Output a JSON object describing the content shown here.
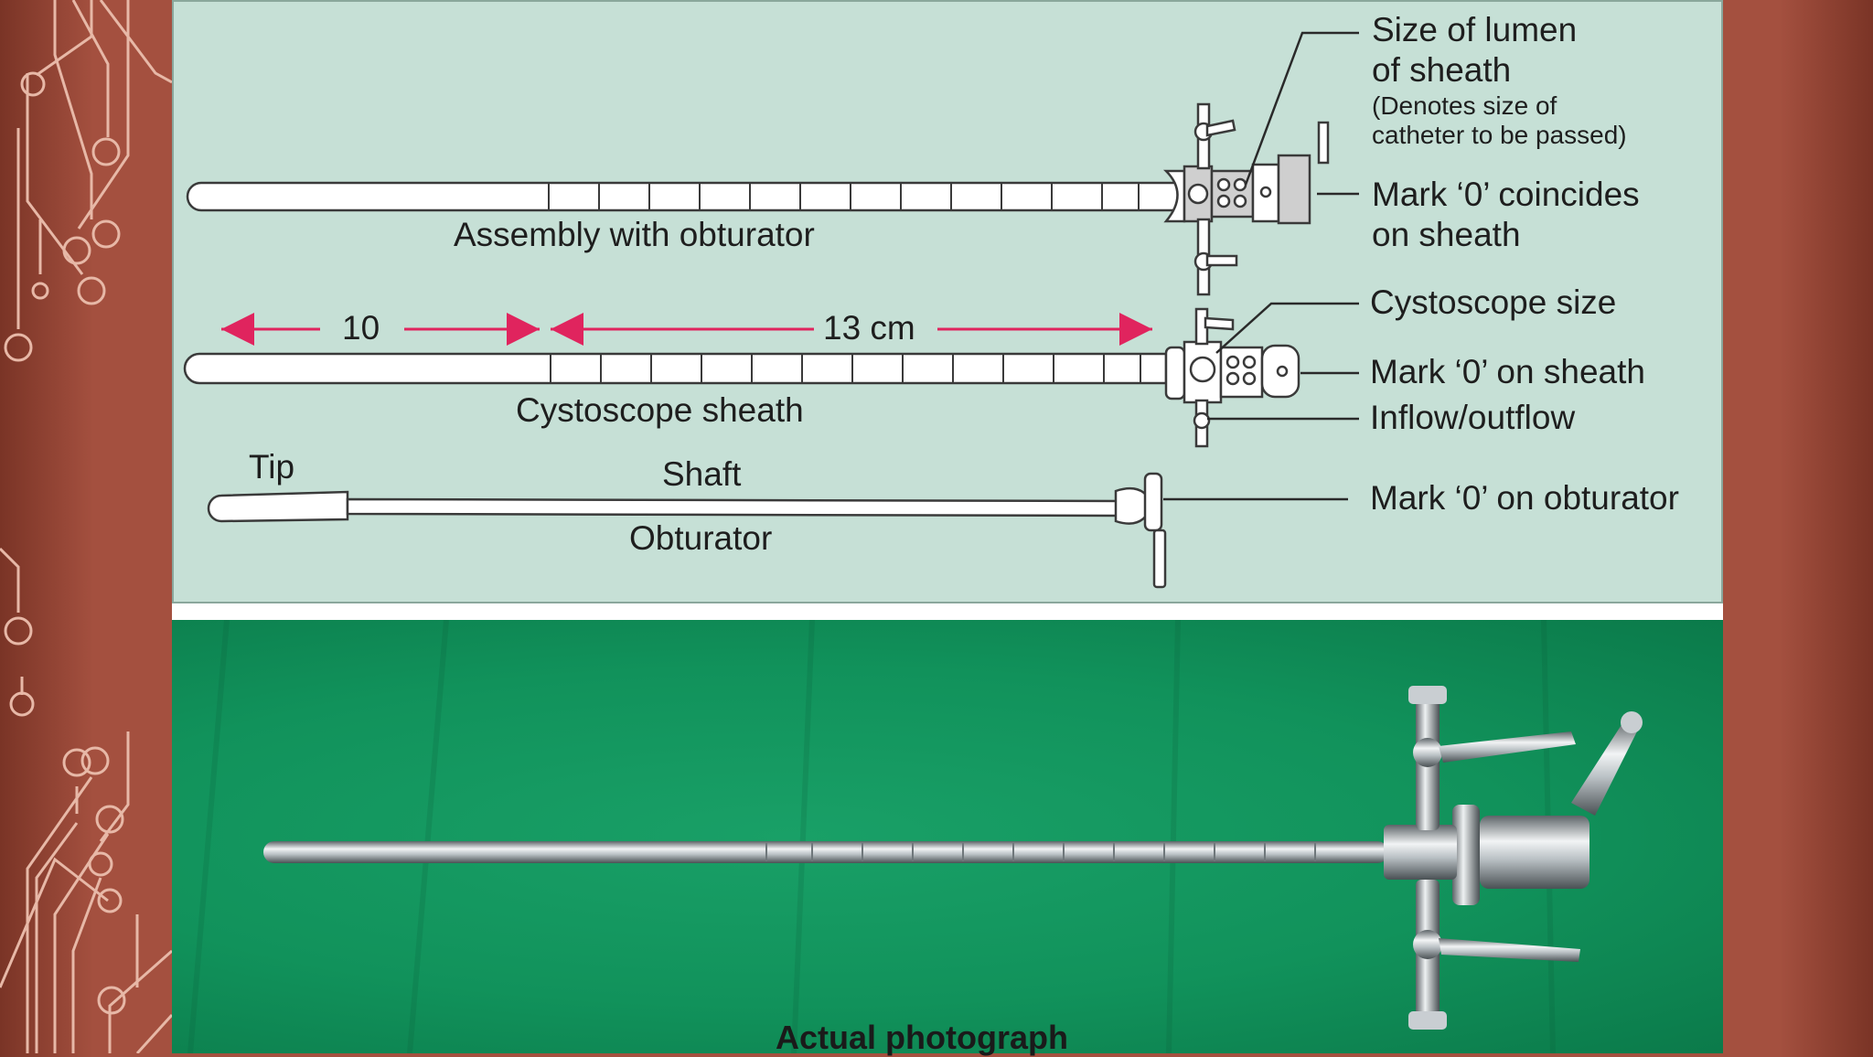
{
  "diagram": {
    "labels": {
      "size_of_lumen_line1": "Size of lumen",
      "size_of_lumen_line2": "of sheath",
      "denotes_line1": "(Denotes size of",
      "denotes_line2": "catheter to be passed)",
      "mark_coincides_line1": "Mark ‘0’ coincides",
      "mark_coincides_line2": "on sheath",
      "assembly": "Assembly with obturator",
      "dimension_10": "10",
      "dimension_13": "13 cm",
      "cystoscope_size": "Cystoscope size",
      "mark_sheath": "Mark ‘0’ on sheath",
      "inflow_outflow": "Inflow/outflow",
      "cystoscope_sheath": "Cystoscope sheath",
      "tip": "Tip",
      "shaft": "Shaft",
      "obturator": "Obturator",
      "mark_obturator": "Mark ‘0’ on obturator"
    },
    "colors": {
      "panel_bg": "#c6e0d6",
      "arrow": "#e0245e",
      "tube": "#ffffff",
      "outline": "#3a3a3a"
    }
  },
  "photo": {
    "caption": "Actual photograph",
    "colors": {
      "cloth": "#11925b",
      "steel": "#c9ced2"
    }
  }
}
